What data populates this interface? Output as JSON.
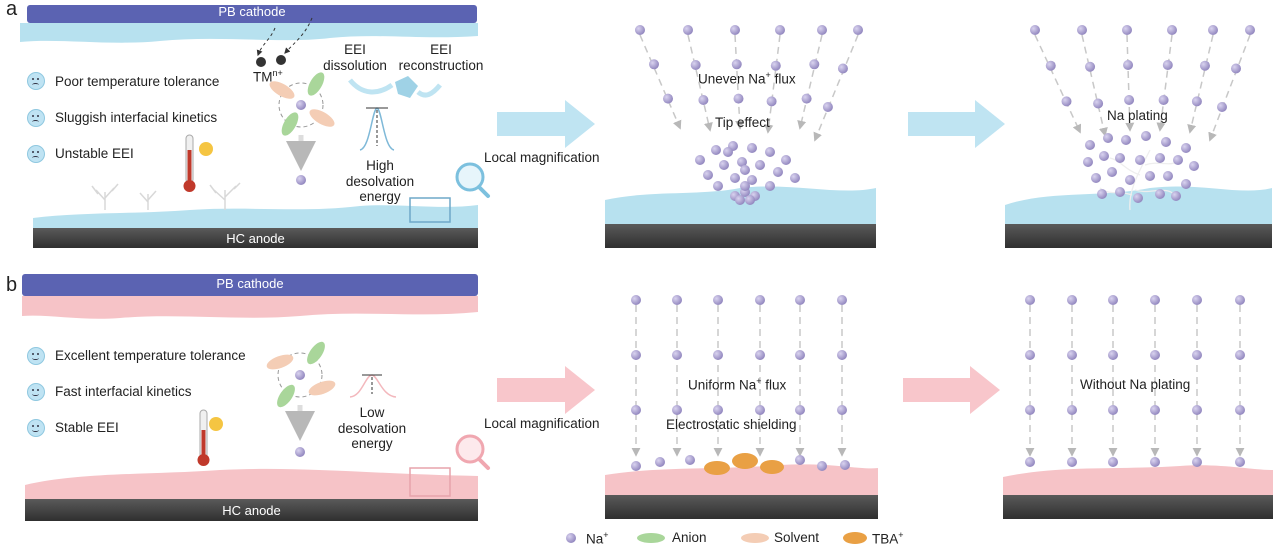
{
  "colors": {
    "cathode": "#5b63b2",
    "anode": "#4a4a4a",
    "eei_a": "#b7e1ef",
    "eei_b": "#f6c3c7",
    "na_ion": "#a399c9",
    "anion": "#a9d69a",
    "solvent": "#f4cdb5",
    "tba": "#e9a044",
    "arrow_a": "#bfe4f2",
    "arrow_b": "#f8c6cb"
  },
  "panel_a": {
    "letter": "a",
    "cathode": "PB cathode",
    "anode": "HC anode",
    "issues": [
      "Poor temperature tolerance",
      "Sluggish interfacial kinetics",
      "Unstable EEI"
    ],
    "tm": "TM",
    "tm_sup": "n+",
    "eei_dissolution": [
      "EEI",
      "dissolution"
    ],
    "eei_reconstruction": [
      "EEI",
      "reconstruction"
    ],
    "energy": [
      "High",
      "desolvation",
      "energy"
    ],
    "magnification": "Local magnification",
    "flux_main": "Uneven Na",
    "flux_sup": "+",
    "flux_tail": " flux",
    "tip_effect": "Tip effect",
    "plating": "Na plating"
  },
  "panel_b": {
    "letter": "b",
    "cathode": "PB cathode",
    "anode": "HC anode",
    "features": [
      "Excellent  temperature tolerance",
      "Fast  interfacial kinetics",
      "Stable EEI"
    ],
    "energy": [
      "Low",
      "desolvation",
      "energy"
    ],
    "magnification": "Local magnification",
    "flux_main": "Uniform Na",
    "flux_sup": "+",
    "flux_tail": " flux",
    "shielding": "Electrostatic shielding",
    "plating": "Without Na plating"
  },
  "legend": [
    {
      "label": "Na",
      "sup": "+",
      "icon": "na-ion-icon"
    },
    {
      "label": "Anion",
      "sup": "",
      "icon": "anion-icon"
    },
    {
      "label": "Solvent",
      "sup": "",
      "icon": "solvent-icon"
    },
    {
      "label": "TBA",
      "sup": "+",
      "icon": "tba-icon"
    }
  ]
}
